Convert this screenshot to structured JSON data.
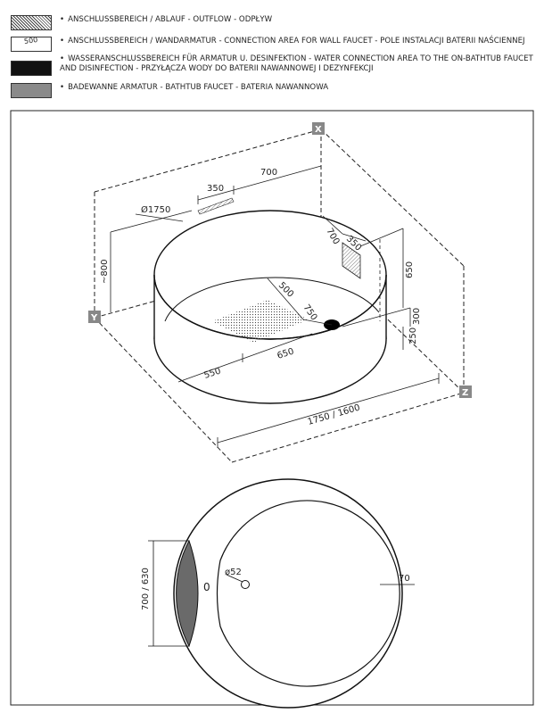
{
  "legend": [
    {
      "swatch": "hatched",
      "text": "ANSCHLUSSBEREICH / ABLAUF - OUTFLOW - ODPŁYW"
    },
    {
      "swatch": "wall",
      "swatch_label": "500",
      "text": "ANSCHLUSSBEREICH / WANDARMATUR - CONNECTION AREA FOR WALL FAUCET - POLE INSTALACJI BATERII NAŚCIENNEJ"
    },
    {
      "swatch": "black",
      "text_line1": "WASSERANSCHLUSSBEREICH FÜR ARMATUR U. DESINFEKTION - WATER CONNECTION AREA TO THE ON-BATHTUB FAUCET",
      "text_line2": "AND DISINFECTION - PRZYŁĄCZA WODY DO BATERII NAWANNOWEJ I DEZYNFEKCJI"
    },
    {
      "swatch": "grey",
      "text": "BADEWANNE ARMATUR  - BATHTUB FAUCET - BATERIA  NAWANNOWA"
    }
  ],
  "axes": {
    "x": "X",
    "y": "Y",
    "z": "Z"
  },
  "iso_dims": {
    "d700_top": "700",
    "d350_top": "350",
    "diameter": "Ø1750",
    "height_left": "~800",
    "d700_right": "700",
    "d350_right": "350",
    "d650_right": "650",
    "d500_inner": "500",
    "d750_inner": "750",
    "d300": "300",
    "d250": "250",
    "d550": "550",
    "d650_bottom": "650",
    "overall": "1750 / 1600"
  },
  "plan_dims": {
    "width_left": "700 / 630",
    "zero": "0",
    "drain": "ø52",
    "rim": "70"
  },
  "colors": {
    "faucet_grey": "#6a6a6a",
    "box_grey": "#888888"
  }
}
